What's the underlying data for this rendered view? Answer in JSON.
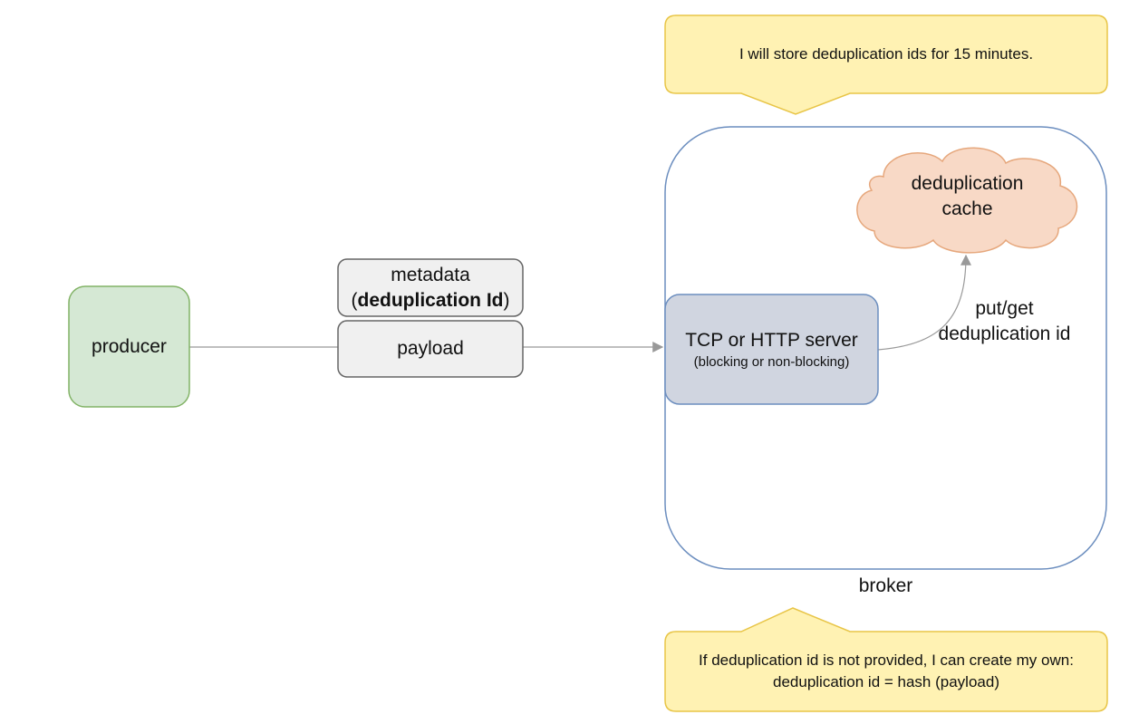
{
  "callout_top": {
    "text": "I will store deduplication ids for 15 minutes."
  },
  "callout_bottom": {
    "line1": "If deduplication id is not provided, I can create my own:",
    "line2": "deduplication id = hash (payload)"
  },
  "producer": {
    "label": "producer"
  },
  "metadata": {
    "line1": "metadata",
    "open_paren": "(",
    "bold": "deduplication Id",
    "close_paren": ")"
  },
  "payload": {
    "label": "payload"
  },
  "server": {
    "title": "TCP or HTTP server",
    "subtitle": "(blocking or non-blocking)"
  },
  "cache": {
    "line1": "deduplication",
    "line2": "cache"
  },
  "edge_put_get": {
    "line1": "put/get",
    "line2": "deduplication id"
  },
  "broker": {
    "label": "broker"
  },
  "colors": {
    "producer_fill": "#d5e8d4",
    "producer_stroke": "#82b366",
    "box_fill": "#f0f0f0",
    "box_stroke": "#666666",
    "server_fill": "#d0d5e0",
    "server_stroke": "#6c8ebf",
    "cache_fill": "#f8d9c6",
    "cache_stroke": "#e6a77c",
    "broker_stroke": "#6c8ebf",
    "note_fill": "#fff2b3",
    "note_stroke": "#e8c547",
    "edge": "#999999"
  }
}
